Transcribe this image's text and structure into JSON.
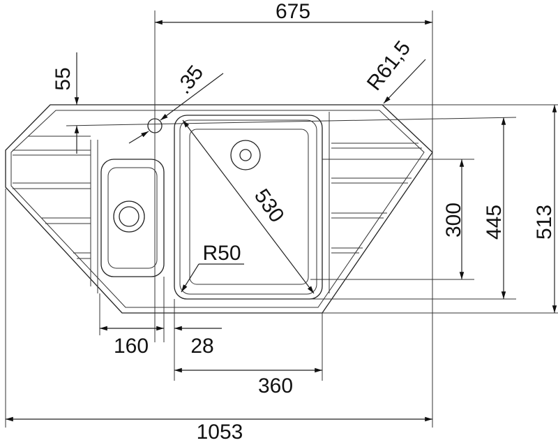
{
  "drawing": {
    "title": "Corner sink dimension drawing",
    "dimensions": {
      "top_width": "675",
      "corner_radius": "R61,5",
      "tap_offset": "55",
      "tap_hole": ".35",
      "bowl_diagonal": "530",
      "bowl_radius": "R50",
      "bowl_depth": "300",
      "inner_depth": "445",
      "total_depth": "513",
      "small_bowl_width": "160",
      "gap": "28",
      "main_bowl_width": "360",
      "total_width": "1053"
    }
  }
}
